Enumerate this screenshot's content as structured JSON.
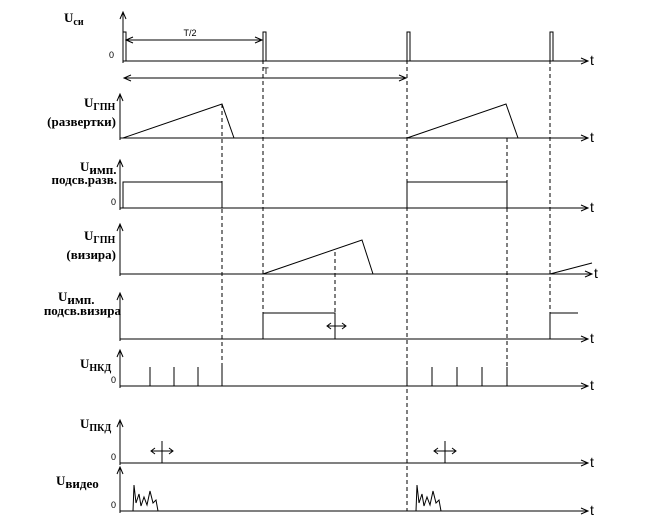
{
  "traces": [
    {
      "symbol": "U",
      "sub": "си",
      "line2": ""
    },
    {
      "symbol": "U",
      "sub": "ГПН",
      "line2": "(развертки)"
    },
    {
      "symbol": "U",
      "sub": "имп.",
      "line2": "подсв.разв."
    },
    {
      "symbol": "U",
      "sub": "ГПН",
      "line2": "(визира)"
    },
    {
      "symbol": "U",
      "sub": "имп.",
      "line2": "подсв.визира"
    },
    {
      "symbol": "U",
      "sub": "НКД",
      "line2": ""
    },
    {
      "symbol": "U",
      "sub": "ПКД",
      "line2": ""
    },
    {
      "symbol": "U",
      "sub": "видео",
      "line2": ""
    }
  ],
  "axis_label": "t",
  "zero_label": "0",
  "half_period_label": "T/2",
  "period_label": "T"
}
